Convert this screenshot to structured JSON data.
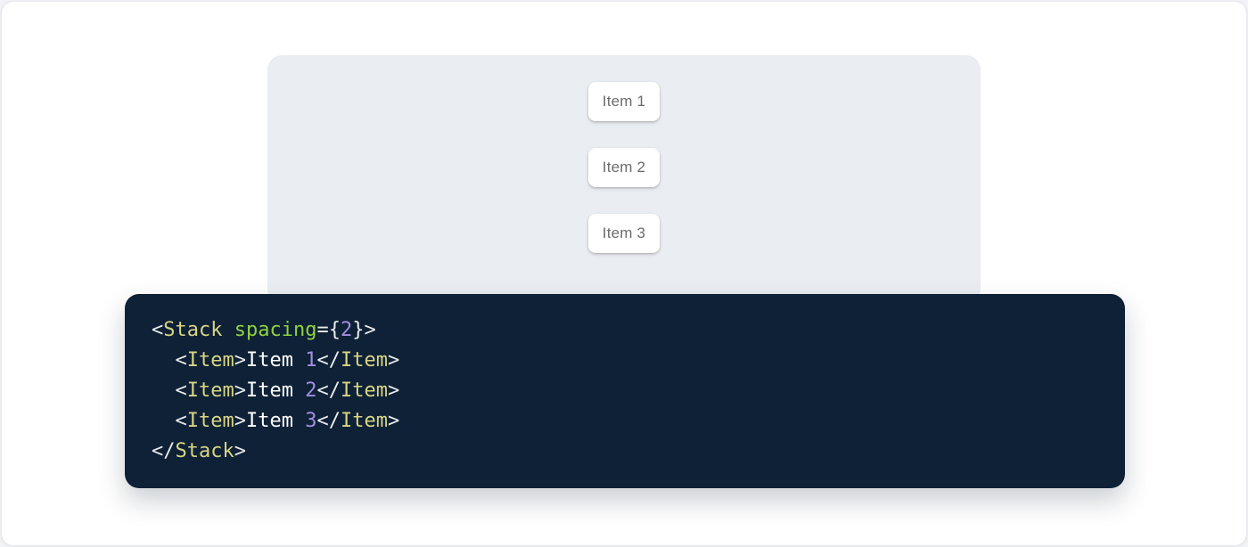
{
  "colors": {
    "panel_bg": "#eaedf1",
    "card_bg": "#ffffff",
    "item_text": "#6b6b6b",
    "code_bg": "#0e2136",
    "tok_punc": "#e9ebee",
    "tok_tag": "#d8d584",
    "tok_attr": "#90d23f",
    "tok_num": "#a18fe0",
    "tok_plain": "#ffffff"
  },
  "demo": {
    "items": [
      {
        "label": "Item 1"
      },
      {
        "label": "Item 2"
      },
      {
        "label": "Item 3"
      }
    ]
  },
  "code": {
    "lines": [
      {
        "tokens": [
          {
            "t": "punc",
            "v": "<"
          },
          {
            "t": "tag",
            "v": "Stack"
          },
          {
            "t": "plain",
            "v": " "
          },
          {
            "t": "attr",
            "v": "spacing"
          },
          {
            "t": "punc",
            "v": "={"
          },
          {
            "t": "num",
            "v": "2"
          },
          {
            "t": "punc",
            "v": "}>"
          }
        ]
      },
      {
        "tokens": [
          {
            "t": "plain",
            "v": "  "
          },
          {
            "t": "punc",
            "v": "<"
          },
          {
            "t": "tag",
            "v": "Item"
          },
          {
            "t": "punc",
            "v": ">"
          },
          {
            "t": "plain",
            "v": "Item "
          },
          {
            "t": "num",
            "v": "1"
          },
          {
            "t": "punc",
            "v": "</"
          },
          {
            "t": "tag",
            "v": "Item"
          },
          {
            "t": "punc",
            "v": ">"
          }
        ]
      },
      {
        "tokens": [
          {
            "t": "plain",
            "v": "  "
          },
          {
            "t": "punc",
            "v": "<"
          },
          {
            "t": "tag",
            "v": "Item"
          },
          {
            "t": "punc",
            "v": ">"
          },
          {
            "t": "plain",
            "v": "Item "
          },
          {
            "t": "num",
            "v": "2"
          },
          {
            "t": "punc",
            "v": "</"
          },
          {
            "t": "tag",
            "v": "Item"
          },
          {
            "t": "punc",
            "v": ">"
          }
        ]
      },
      {
        "tokens": [
          {
            "t": "plain",
            "v": "  "
          },
          {
            "t": "punc",
            "v": "<"
          },
          {
            "t": "tag",
            "v": "Item"
          },
          {
            "t": "punc",
            "v": ">"
          },
          {
            "t": "plain",
            "v": "Item "
          },
          {
            "t": "num",
            "v": "3"
          },
          {
            "t": "punc",
            "v": "</"
          },
          {
            "t": "tag",
            "v": "Item"
          },
          {
            "t": "punc",
            "v": ">"
          }
        ]
      },
      {
        "tokens": [
          {
            "t": "punc",
            "v": "</"
          },
          {
            "t": "tag",
            "v": "Stack"
          },
          {
            "t": "punc",
            "v": ">"
          }
        ]
      }
    ]
  }
}
